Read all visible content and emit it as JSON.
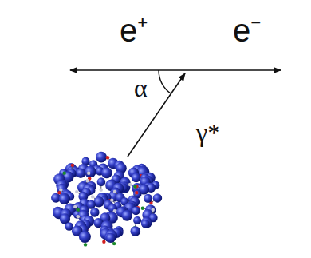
{
  "diagram": {
    "labels": [
      "e⁺",
      "e⁻",
      "α",
      "γ*"
    ]
  }
}
